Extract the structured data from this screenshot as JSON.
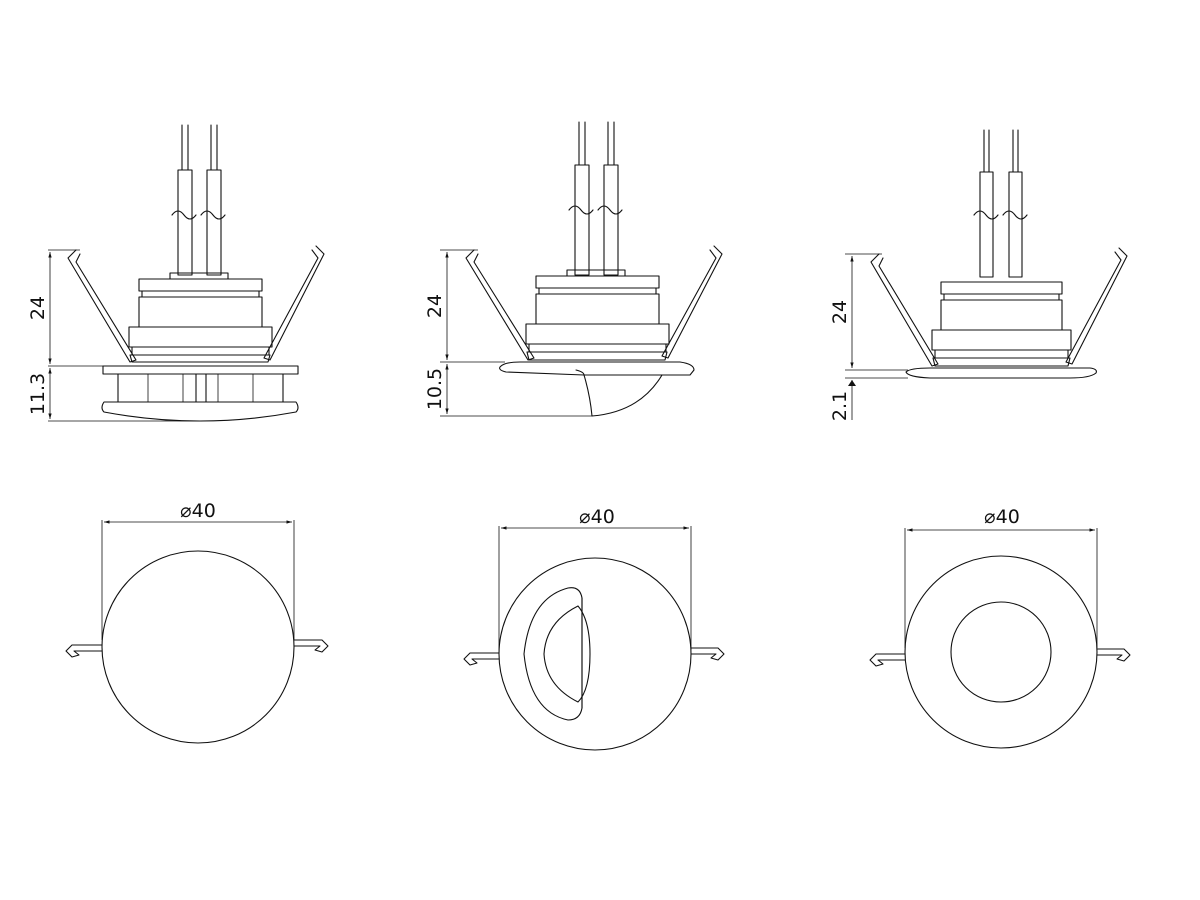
{
  "views": [
    {
      "id": "fixture-1",
      "side": {
        "upper_dim": "24",
        "lower_dim": "11.3"
      },
      "top": {
        "diameter_symbol": "⌀",
        "diameter": "40"
      }
    },
    {
      "id": "fixture-2",
      "side": {
        "upper_dim": "24",
        "lower_dim": "10.5"
      },
      "top": {
        "diameter_symbol": "⌀",
        "diameter": "40"
      }
    },
    {
      "id": "fixture-3",
      "side": {
        "upper_dim": "24",
        "lower_dim": "2.1"
      },
      "top": {
        "diameter_symbol": "⌀",
        "diameter": "40"
      }
    }
  ],
  "colors": {
    "line": "#111111",
    "background": "#ffffff"
  }
}
